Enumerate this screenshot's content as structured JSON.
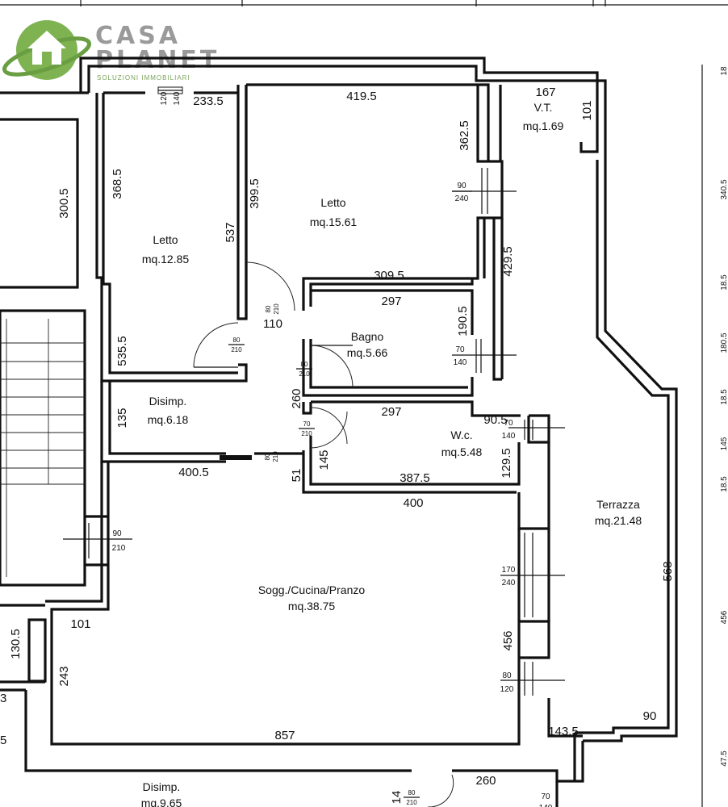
{
  "brand": {
    "line1": "CASA",
    "line2": "PLANET",
    "tagline": "SOLUZIONI IMMOBILIARI",
    "accent_color": "#7fb352",
    "text_color": "#9a9a9a"
  },
  "rooms": {
    "letto_left": {
      "name": "Letto",
      "area": "mq.12.85"
    },
    "letto_right": {
      "name": "Letto",
      "area": "mq.15.61"
    },
    "vt": {
      "name": "V.T.",
      "area": "mq.1.69"
    },
    "bagno": {
      "name": "Bagno",
      "area": "mq.5.66"
    },
    "disimp": {
      "name": "Disimp.",
      "area": "mq.6.18"
    },
    "wc": {
      "name": "W.c.",
      "area": "mq.5.48"
    },
    "soggiorno": {
      "name": "Sogg./Cucina/Pranzo",
      "area": "mq.38.75"
    },
    "terrazza": {
      "name": "Terrazza",
      "area": "mq.21.48"
    },
    "disimp_lower": {
      "name": "Disimp.",
      "area": "mq.9.65"
    }
  },
  "dimensions": {
    "d2335": "233.5",
    "d4195": "419.5",
    "d167": "167",
    "d101_vt": "101",
    "d3625": "362.5",
    "d3685": "368.5",
    "d3005": "300.5",
    "d3995": "399.5",
    "d537": "537",
    "d3095": "309.5",
    "d4295": "429.5",
    "d297_top": "297",
    "d1905": "190.5",
    "d110": "110",
    "d5355": "535.5",
    "d135": "135",
    "d260": "260",
    "d297_mid": "297",
    "d905": "90.5",
    "d145": "145",
    "d1295": "129.5",
    "d4005": "400.5",
    "d51": "51",
    "d3875": "387.5",
    "d400": "400",
    "d568": "568",
    "d101_left": "101",
    "d1305": "130.5",
    "d243": "243",
    "d456": "456",
    "d857": "857",
    "d1435": "143.5",
    "d90_ter": "90",
    "d260_bottom": "260",
    "d3_edge": "3",
    "d5_edge": "5",
    "d14": "14"
  },
  "openings": {
    "w_top_door": {
      "w": "120",
      "h": "140"
    },
    "w_letto_right": {
      "w": "90",
      "h": "240"
    },
    "d_letto_right": {
      "w": "80",
      "h": "210"
    },
    "d_letto_left": {
      "w": "80",
      "h": "210"
    },
    "d_bagno": {
      "w": "80",
      "h": "210"
    },
    "w_bagno": {
      "w": "70",
      "h": "140"
    },
    "d_wc": {
      "w": "70",
      "h": "210"
    },
    "w_wc": {
      "w": "70",
      "h": "140"
    },
    "d_entry": {
      "w": "80",
      "h": "210"
    },
    "d_stair": {
      "w": "90",
      "h": "210"
    },
    "w_sogg_a": {
      "w": "170",
      "h": "240"
    },
    "w_sogg_b": {
      "w": "80",
      "h": "120"
    },
    "d_lower": {
      "w": "80",
      "h": "210"
    },
    "w_lower": {
      "w": "70",
      "h": "140"
    }
  },
  "edge_marks": {
    "r1": "18",
    "r2": "340.5",
    "r3": "18.5",
    "r4": "180.5",
    "r5": "18.5",
    "r6": "145",
    "r7": "18.5",
    "r8": "456",
    "r9": "47.5"
  }
}
